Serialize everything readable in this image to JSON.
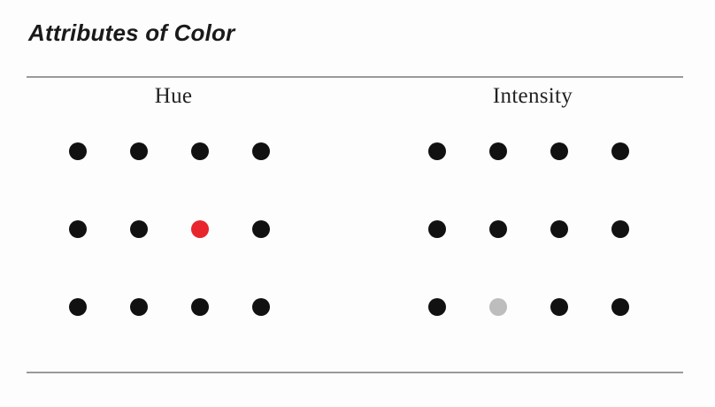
{
  "title": "Attributes of Color",
  "colors": {
    "default_dot": "#111111",
    "hue_highlight": "#e8242c",
    "intensity_highlight": "#bdbdbd",
    "rule": "#9a9a9a"
  },
  "panels": [
    {
      "id": "hue",
      "label": "Hue",
      "rows": 3,
      "cols": 4,
      "highlight": {
        "row": 1,
        "col": 2,
        "color_key": "hue_highlight"
      }
    },
    {
      "id": "intensity",
      "label": "Intensity",
      "rows": 3,
      "cols": 4,
      "highlight": {
        "row": 2,
        "col": 1,
        "color_key": "intensity_highlight"
      }
    }
  ]
}
